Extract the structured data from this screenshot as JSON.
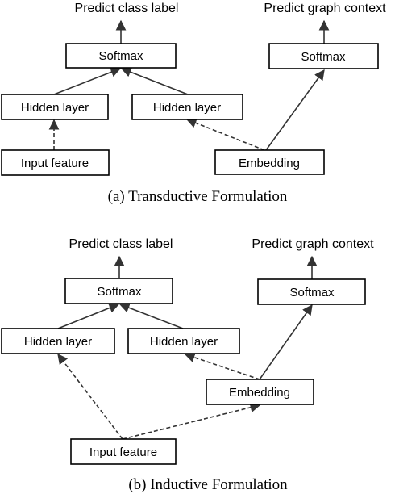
{
  "transductive": {
    "outputs": {
      "class_label": "Predict class label",
      "graph_context": "Predict graph context"
    },
    "nodes": {
      "softmax_left": "Softmax",
      "softmax_right": "Softmax",
      "hidden_left": "Hidden layer",
      "hidden_right": "Hidden layer",
      "input_feature": "Input feature",
      "embedding": "Embedding"
    },
    "caption": "(a)  Transductive Formulation"
  },
  "inductive": {
    "outputs": {
      "class_label": "Predict class label",
      "graph_context": "Predict graph context"
    },
    "nodes": {
      "softmax_left": "Softmax",
      "softmax_right": "Softmax",
      "hidden_left": "Hidden layer",
      "hidden_right": "Hidden layer",
      "embedding": "Embedding",
      "input_feature": "Input feature"
    },
    "caption": "(b)  Inductive Formulation"
  },
  "colors": {
    "line": "#333333",
    "box_stroke": "#000000",
    "background": "#ffffff"
  }
}
